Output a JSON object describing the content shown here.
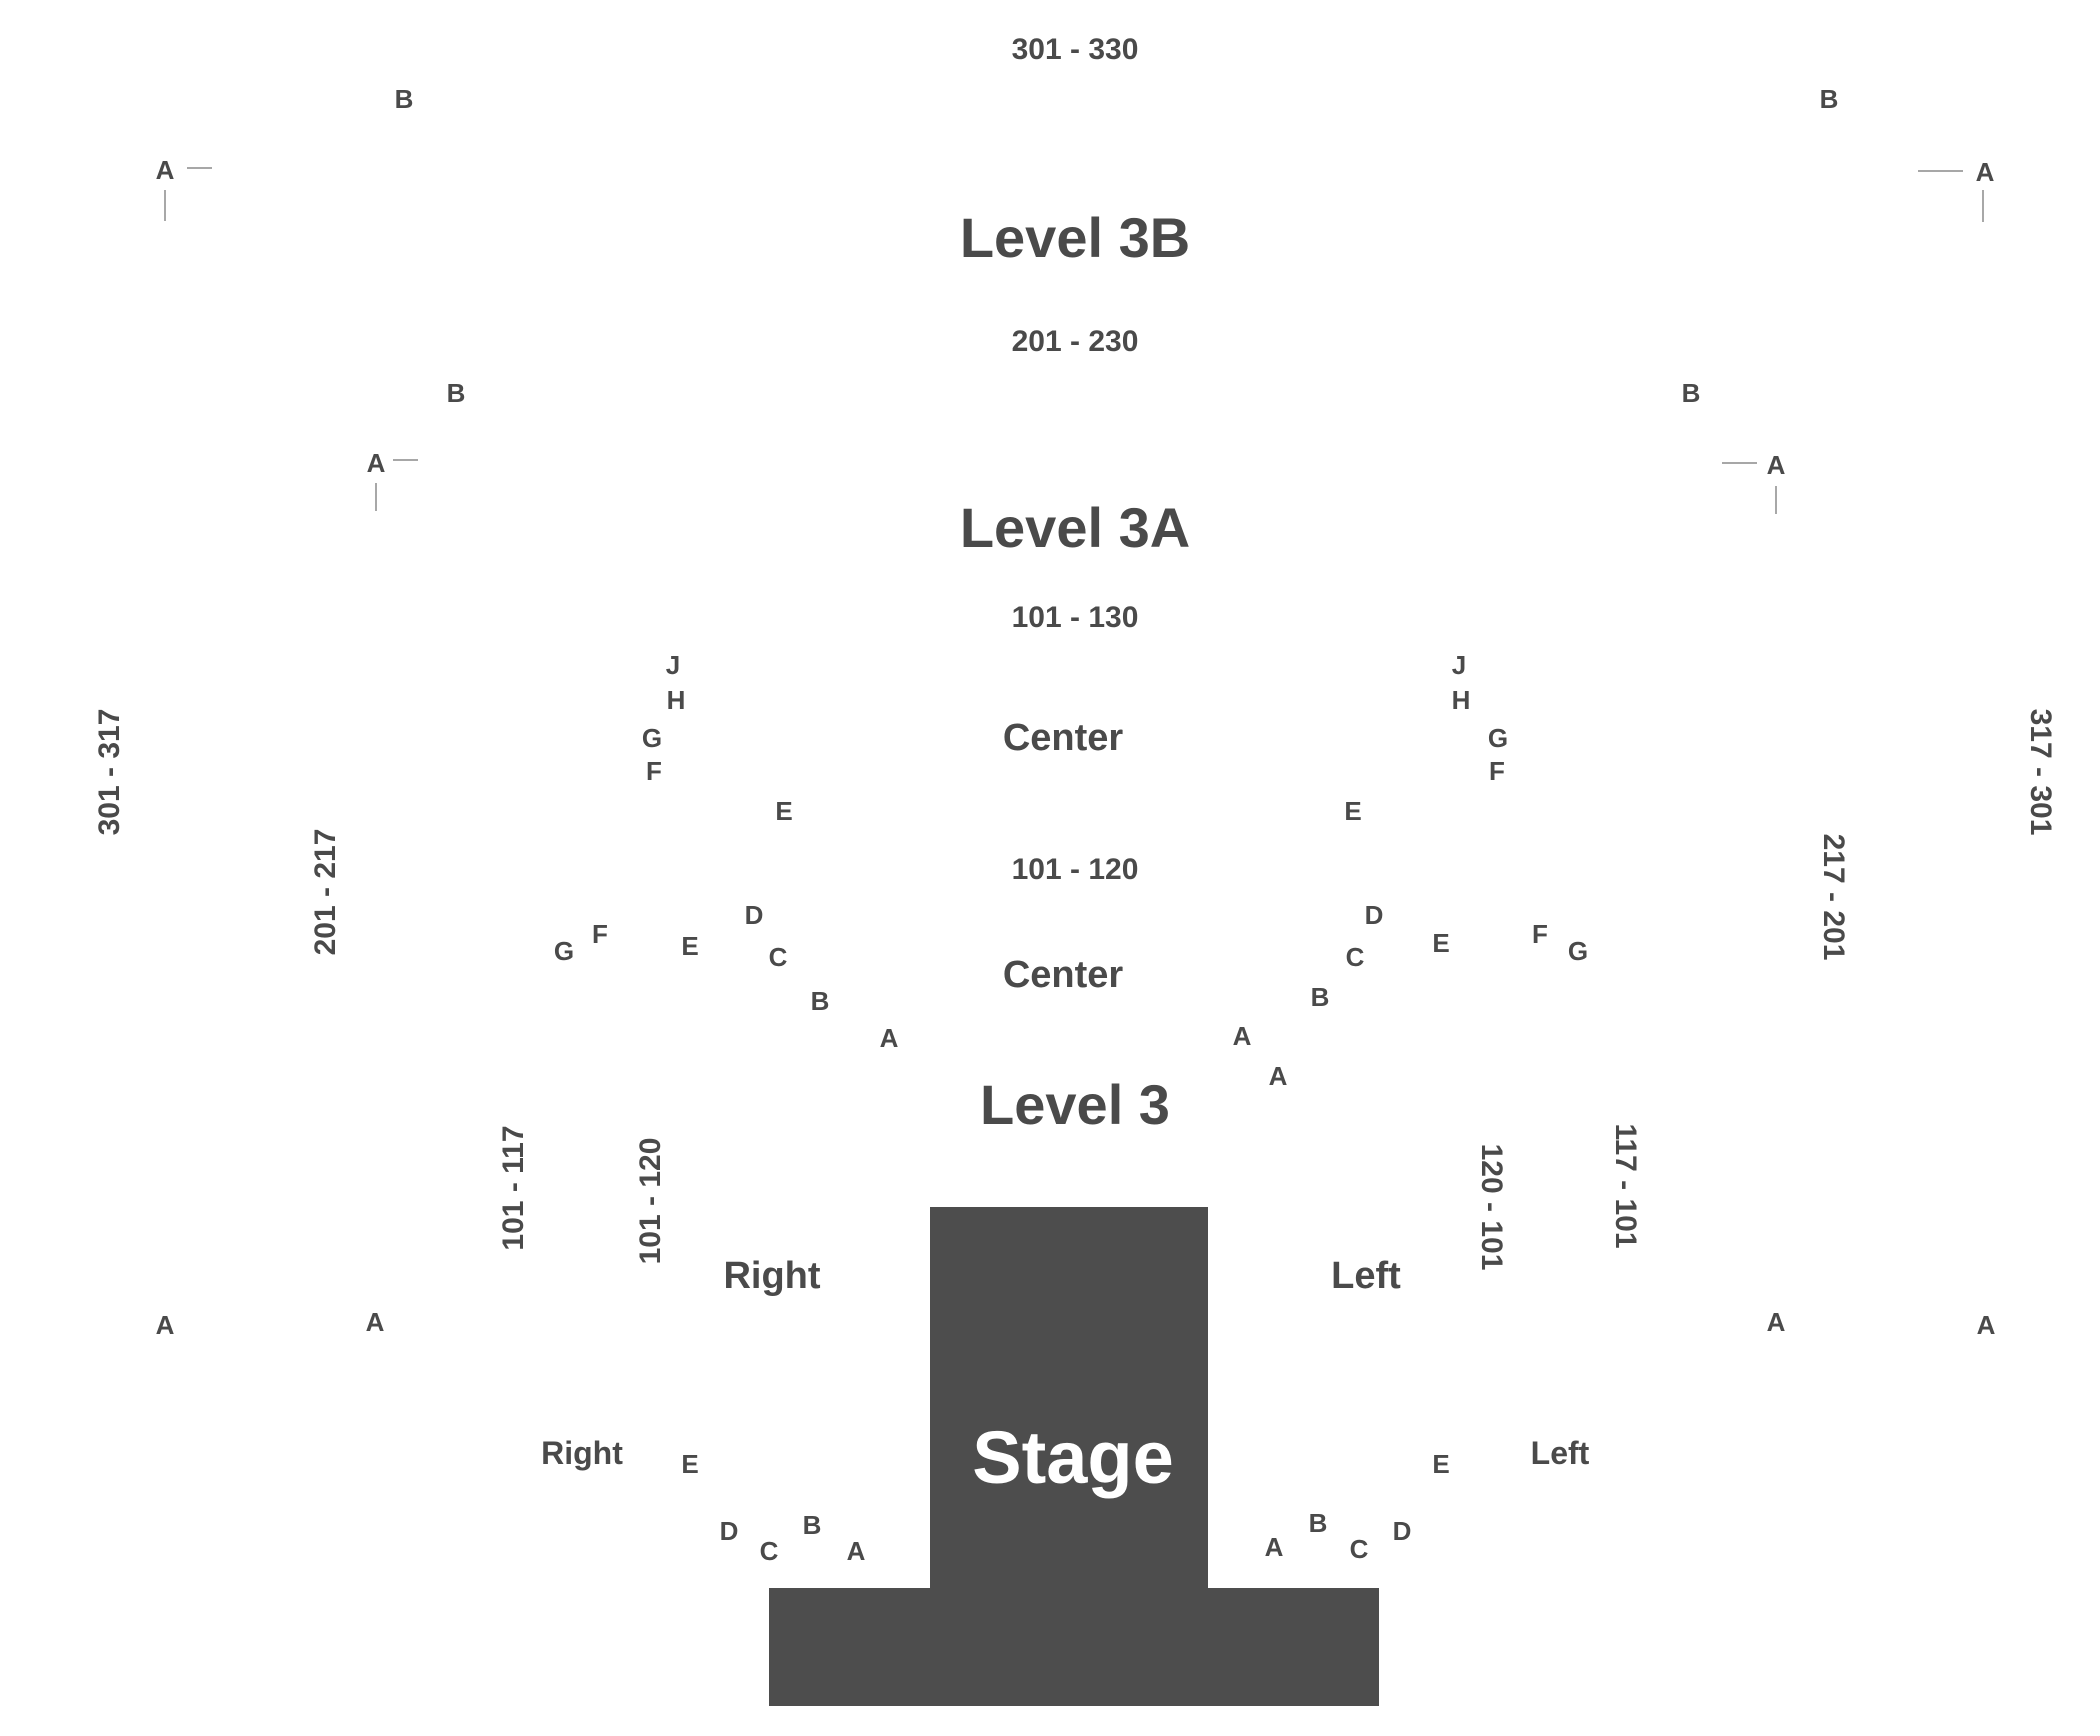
{
  "colors": {
    "text": "#4a4a4a",
    "stage": "#4d4d4d",
    "stage_text": "#ffffff",
    "guide": "#8a8a8a"
  },
  "levels": {
    "l3b": "Level 3B",
    "l3a": "Level 3A",
    "l3": "Level 3"
  },
  "stage": "Stage",
  "ranges": {
    "r301_330": "301 - 330",
    "r201_230": "201 - 230",
    "r101_130": "101 - 130",
    "r101_120": "101 - 120",
    "r301_317": "301 - 317",
    "r317_301": "317 - 301",
    "r201_217": "201 - 217",
    "r217_201": "217 - 201",
    "r101_117": "101 - 117",
    "r117_101": "117 - 101",
    "r101_120v": "101 - 120",
    "r120_101v": "120 - 101"
  },
  "sections": {
    "center": "Center",
    "right": "Right",
    "left": "Left"
  },
  "rows": {
    "A": "A",
    "B": "B",
    "C": "C",
    "D": "D",
    "E": "E",
    "F": "F",
    "G": "G",
    "H": "H",
    "J": "J"
  }
}
